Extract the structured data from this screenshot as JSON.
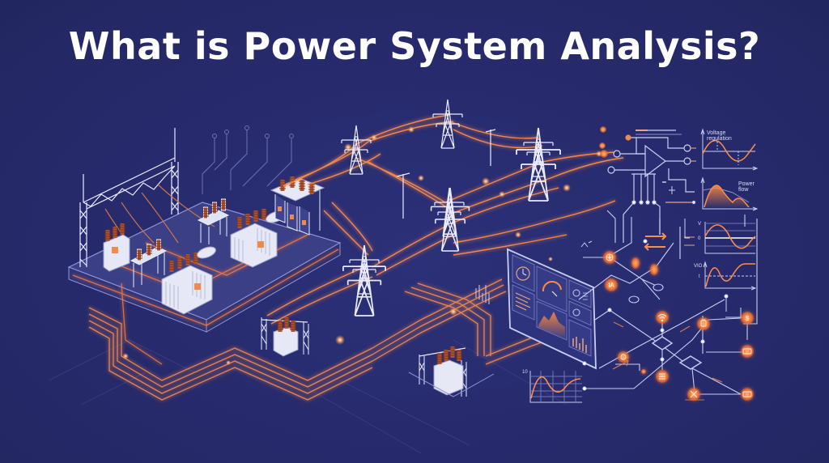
{
  "title": "What is Power System Analysis?",
  "colors": {
    "background": "#262a6b",
    "title_text": "#ffffff",
    "line_white": "#cfd4f5",
    "accent_orange": "#ff8a3d",
    "glow": "#ffb070",
    "platform": "#3a3f86"
  },
  "sections": {
    "substation": {
      "label": "substation",
      "components": [
        "gantry-tower",
        "transformer",
        "circuit-breaker",
        "switchgear"
      ]
    },
    "transmission": {
      "label": "transmission-lines",
      "tower_count": 6
    },
    "control_panel": {
      "label": "monitoring-dashboard",
      "widgets": [
        "clock-gauge",
        "speed-gauge",
        "bar-list",
        "area-chart",
        "dial",
        "bar-chart"
      ]
    },
    "circuit": {
      "label": "control-circuit",
      "element": "amplifier"
    },
    "network": {
      "label": "smart-grid-network",
      "node_icons": [
        "globe-icon",
        "ampere-icon",
        "wifi-icon",
        "plug-icon",
        "database-icon",
        "battery-icon",
        "wind-icon",
        "bolt-icon",
        "dollar-icon"
      ]
    }
  },
  "charts": {
    "voltage": {
      "label_line1": "Voltage",
      "label_line2": "regulation"
    },
    "power": {
      "label_line1": "Power",
      "label_line2": "flow"
    },
    "v_chart": {
      "y_label": "V",
      "zero_label": "0"
    },
    "vio_chart": {
      "y_label": "VIO",
      "ref_label": "t"
    },
    "bottom_chart": {
      "y_label": "10"
    }
  }
}
